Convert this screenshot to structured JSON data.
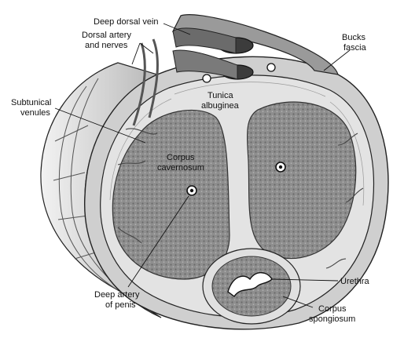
{
  "labels": {
    "deep_dorsal_vein": "Deep dorsal vein",
    "dorsal_artery_line1": "Dorsal artery",
    "dorsal_artery_line2": "and nerves",
    "bucks_line1": "Bucks",
    "bucks_line2": "fascia",
    "subtunical_line1": "Subtunical",
    "subtunical_line2": "venules",
    "tunica_line1": "Tunica",
    "tunica_line2": "albuginea",
    "corpus_cav_line1": "Corpus",
    "corpus_cav_line2": "cavernosum",
    "deep_artery_line1": "Deep artery",
    "deep_artery_line2": "of penis",
    "urethra": "Urethra",
    "corpus_spong_line1": "Corpus",
    "corpus_spong_line2": "spongiosum"
  },
  "colors": {
    "tissue_fill": "#8e8e8e",
    "tunica_fill": "#e3e3e3",
    "fascia_fill": "#cfcfcf",
    "vessel_fill": "#5a5a5a",
    "outline": "#222222"
  }
}
